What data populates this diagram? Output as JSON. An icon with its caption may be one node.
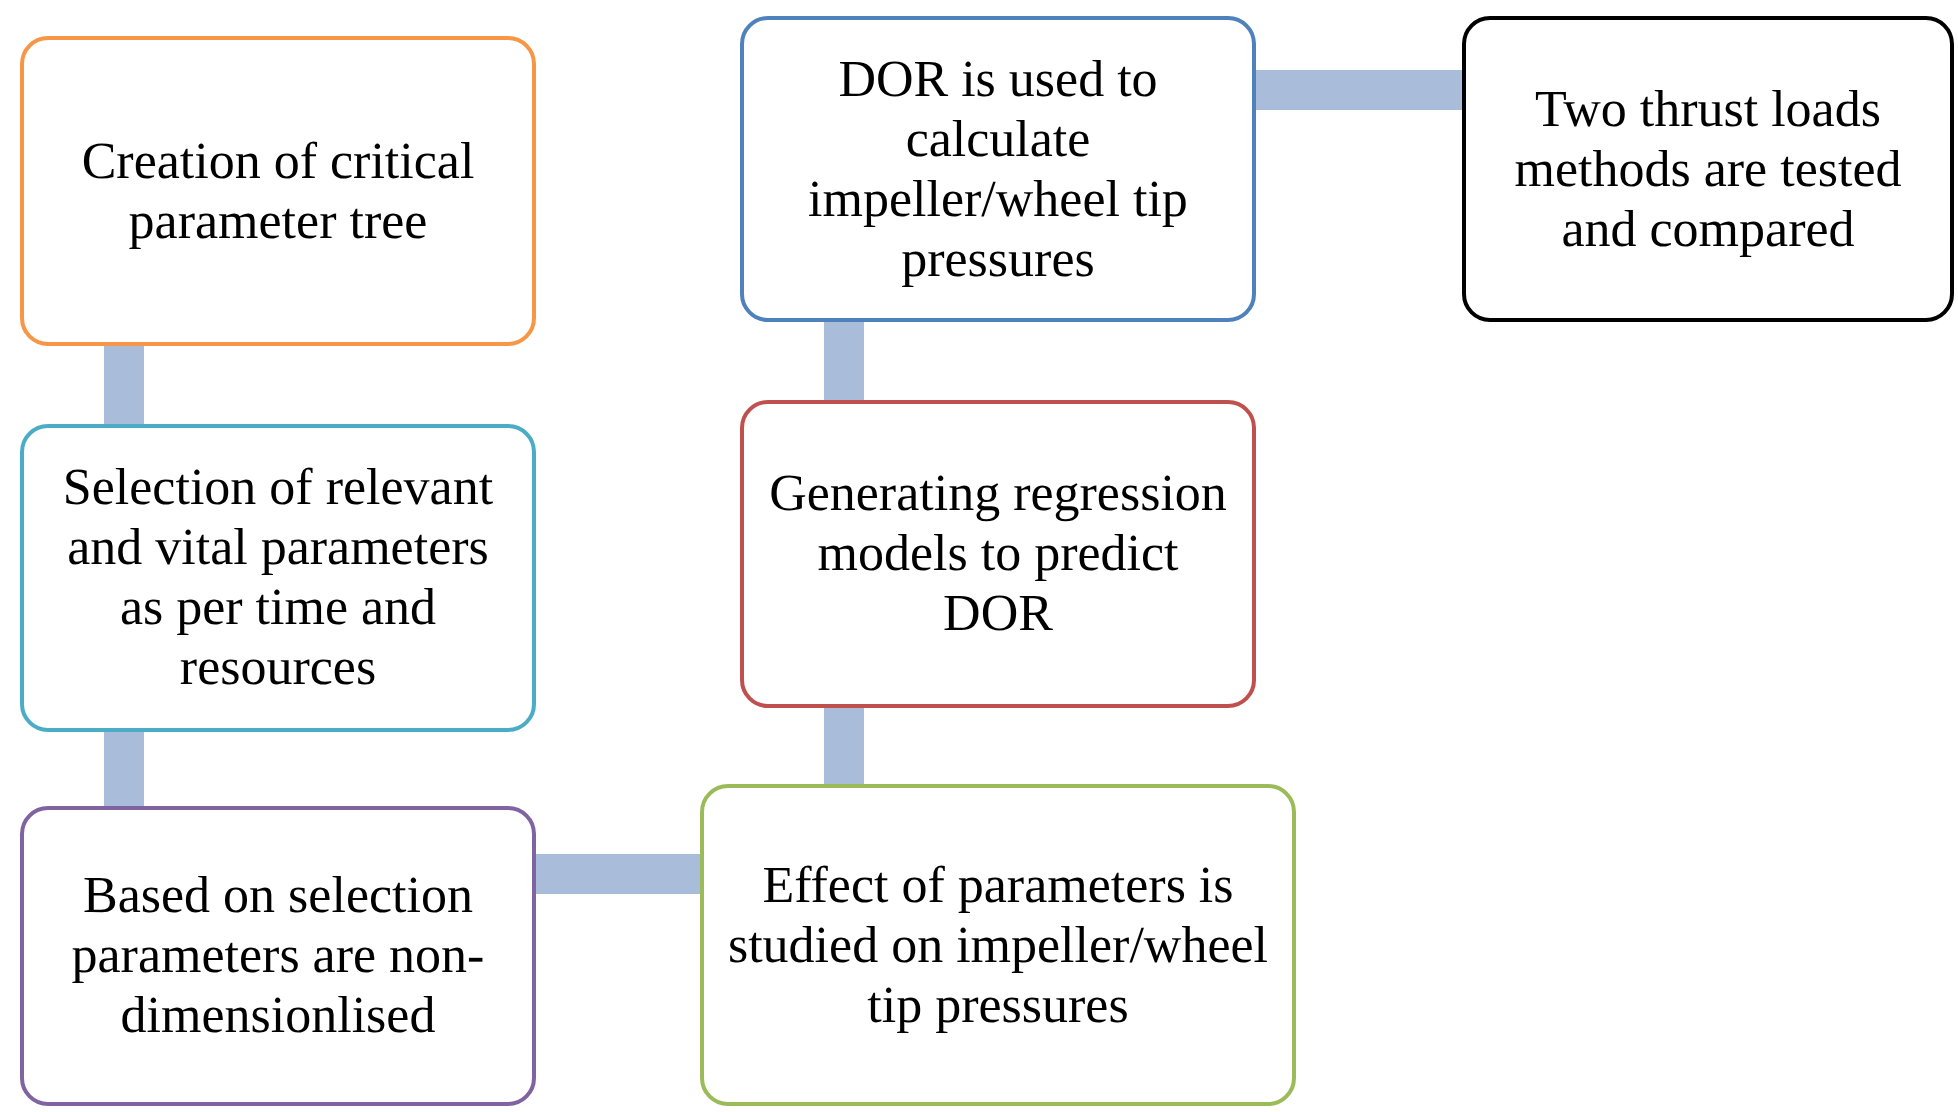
{
  "diagram": {
    "nodes": [
      {
        "text": [
          "Creation of critical parameter tree"
        ]
      },
      {
        "text": [
          "Selection of relevant and vital parameters as per time and resources"
        ]
      },
      {
        "text": [
          "Based on selection parameters are non-dimensionlised"
        ]
      },
      {
        "text": [
          "Effect of parameters is studied on impeller/wheel tip pressures"
        ]
      },
      {
        "text": [
          "Generating regression models to predict DOR"
        ]
      },
      {
        "text": [
          "DOR is used to calculate impeller/wheel tip pressures"
        ]
      },
      {
        "text": [
          "Two thrust loads methods are tested and compared"
        ]
      }
    ],
    "edges": [
      {
        "from": 0,
        "to": 1,
        "arrow": "none"
      },
      {
        "from": 1,
        "to": 2,
        "arrow": "none"
      },
      {
        "from": 2,
        "to": 3,
        "arrow": "none"
      },
      {
        "from": 3,
        "to": 4,
        "arrow": "none"
      },
      {
        "from": 4,
        "to": 5,
        "arrow": "none"
      },
      {
        "from": 5,
        "to": 6,
        "arrow": "none"
      }
    ]
  }
}
